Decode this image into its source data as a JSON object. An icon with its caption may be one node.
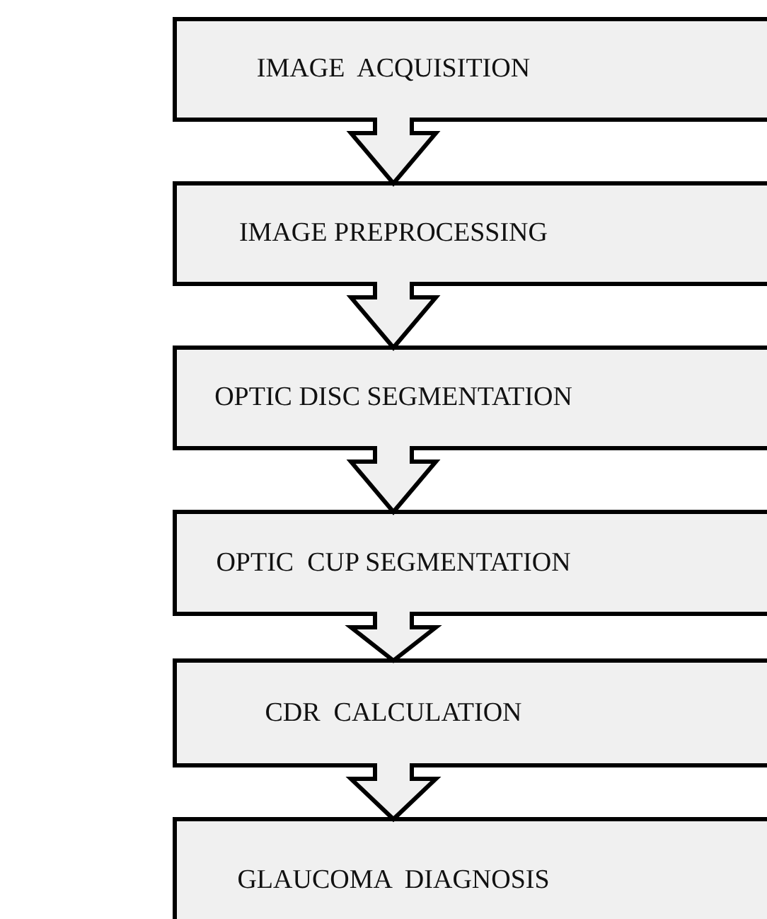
{
  "diagram": {
    "nodes": [
      {
        "text": [
          "IMAGE  ACQUISITION"
        ]
      },
      {
        "text": [
          "IMAGE PREPROCESSING"
        ]
      },
      {
        "text": [
          "OPTIC DISC SEGMENTATION"
        ]
      },
      {
        "text": [
          "OPTIC  CUP SEGMENTATION"
        ]
      },
      {
        "text": [
          "CDR  CALCULATION"
        ]
      },
      {
        "text": [
          "GLAUCOMA  DIAGNOSIS"
        ]
      }
    ],
    "edges": [
      {
        "from": 0,
        "to": 1,
        "arrow": "to"
      },
      {
        "from": 1,
        "to": 2,
        "arrow": "to"
      },
      {
        "from": 2,
        "to": 3,
        "arrow": "to"
      },
      {
        "from": 3,
        "to": 4,
        "arrow": "to"
      },
      {
        "from": 4,
        "to": 5,
        "arrow": "to"
      }
    ]
  }
}
